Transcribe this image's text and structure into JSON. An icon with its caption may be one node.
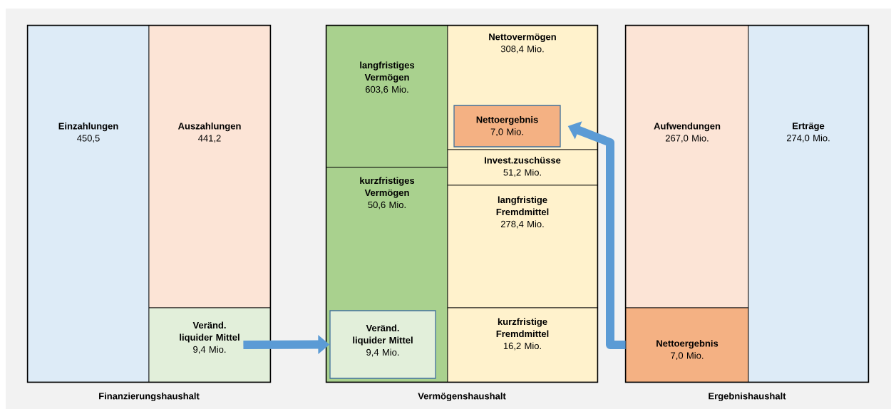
{
  "diagram": {
    "nodes": [
      {
        "text": [
          "Finanzierungshaushalt"
        ]
      },
      {
        "text": [
          "Einzahlungen",
          "450,5"
        ],
        "in": 0
      },
      {
        "text": [
          "Auszahlungen",
          "441,2"
        ],
        "in": 0
      },
      {
        "text": [
          "Veränd. liquider Mittel",
          "9,4 Mio."
        ],
        "in": 0
      },
      {
        "text": [
          "Vermögenshaushalt"
        ]
      },
      {
        "text": [
          "langfristiges Vermögen",
          "603,6 Mio."
        ],
        "in": 4
      },
      {
        "text": [
          "kurzfristiges Vermögen",
          "50,6 Mio."
        ],
        "in": 4
      },
      {
        "text": [
          "Veränd. liquider Mittel",
          "9,4 Mio."
        ],
        "in": 6
      },
      {
        "text": [
          "Nettovermögen",
          "308,4 Mio."
        ],
        "in": 4
      },
      {
        "text": [
          "Nettoergebnis",
          "7,0 Mio."
        ],
        "in": 8
      },
      {
        "text": [
          "Invest.zuschüsse",
          "51,2 Mio."
        ],
        "in": 4
      },
      {
        "text": [
          "langfristige Fremdmittel",
          "278,4 Mio."
        ],
        "in": 4
      },
      {
        "text": [
          "kurzfristige Fremdmittel",
          "16,2 Mio."
        ],
        "in": 4
      },
      {
        "text": [
          "Ergebnishaushalt"
        ]
      },
      {
        "text": [
          "Aufwendungen",
          "267,0 Mio."
        ],
        "in": 13
      },
      {
        "text": [
          "Nettoergebnis",
          "7,0 Mio."
        ],
        "in": 13
      },
      {
        "text": [
          "Erträge",
          "274,0 Mio."
        ],
        "in": 13
      }
    ],
    "edges": [
      {
        "from": 3,
        "to": 7,
        "arrow": "to"
      },
      {
        "from": 15,
        "to": 9,
        "arrow": "to"
      }
    ]
  }
}
